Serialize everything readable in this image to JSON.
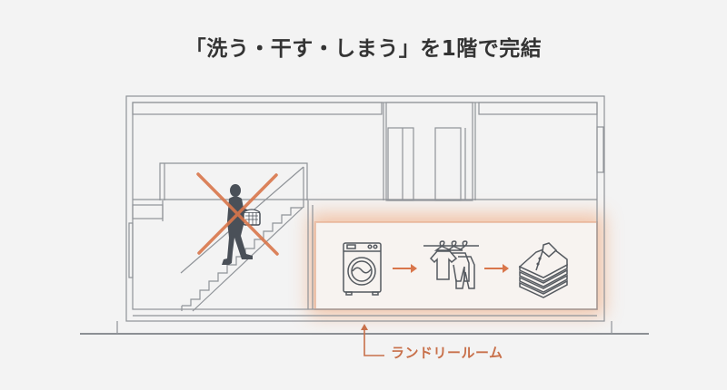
{
  "title": "「洗う・干す・しまう」を1階で完結",
  "room_label": "ランドリールーム",
  "colors": {
    "background": "#f3f3f3",
    "line": "#8f9398",
    "accent": "#d9764b",
    "label": "#c8704a",
    "person": "#4a5058",
    "title": "#333333"
  },
  "steps": [
    {
      "icon": "washing-machine-icon",
      "meaning": "洗う"
    },
    {
      "icon": "hanging-clothes-icon",
      "meaning": "干す"
    },
    {
      "icon": "folded-shirts-icon",
      "meaning": "しまう"
    }
  ],
  "crossed_out": {
    "icon": "person-carrying-laundry-on-stairs",
    "marker": "x-mark"
  }
}
